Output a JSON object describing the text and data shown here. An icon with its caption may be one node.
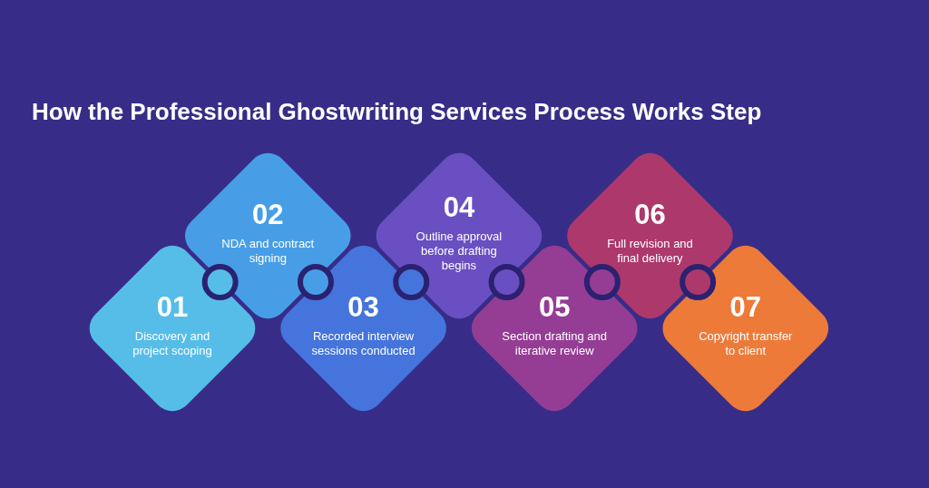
{
  "diagram": {
    "title": "How the Professional Ghostwriting Services Process Works Step",
    "nodes": [
      {
        "text": [
          "01",
          "Discovery and project scoping"
        ]
      },
      {
        "text": [
          "02",
          "NDA and contract signing"
        ]
      },
      {
        "text": [
          "03",
          "Recorded interview sessions conducted"
        ]
      },
      {
        "text": [
          "04",
          "Outline approval before drafting begins"
        ]
      },
      {
        "text": [
          "05",
          "Section drafting and iterative review"
        ]
      },
      {
        "text": [
          "06",
          "Full revision and final delivery"
        ]
      },
      {
        "text": [
          "07",
          "Copyright transfer to client"
        ]
      }
    ],
    "edges": [
      {
        "from": 0,
        "to": 1,
        "arrow": "none"
      },
      {
        "from": 1,
        "to": 2,
        "arrow": "none"
      },
      {
        "from": 2,
        "to": 3,
        "arrow": "none"
      },
      {
        "from": 3,
        "to": 4,
        "arrow": "none"
      },
      {
        "from": 4,
        "to": 5,
        "arrow": "none"
      },
      {
        "from": 5,
        "to": 6,
        "arrow": "none"
      }
    ]
  }
}
